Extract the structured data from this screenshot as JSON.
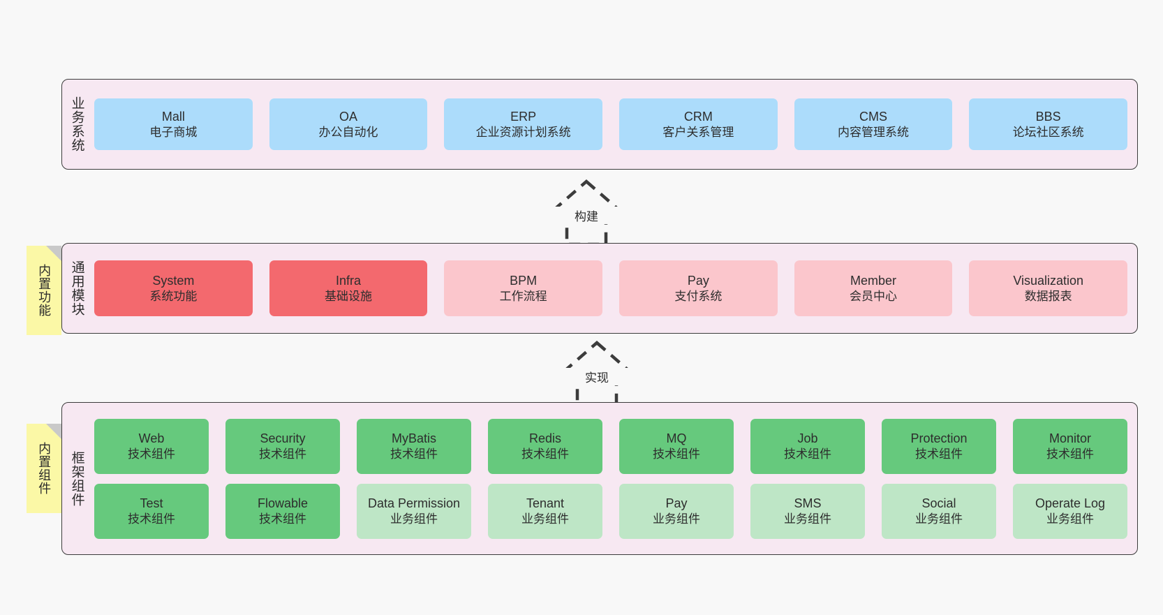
{
  "diagram": {
    "background": "#f8f8f8",
    "panel_fill": "#f7e8f2",
    "panel_border": "#3c3c3c",
    "sticky_fill": "#fbf8a6"
  },
  "layers": [
    {
      "id": "business",
      "caption": "业务系统",
      "rows": [
        {
          "tiles": [
            {
              "name": "Mall",
              "sub": "电子商城",
              "color": "#ACDCFB",
              "variant": "c-blue"
            },
            {
              "name": "OA",
              "sub": "办公自动化",
              "color": "#ACDCFB",
              "variant": "c-blue"
            },
            {
              "name": "ERP",
              "sub": "企业资源计划系统",
              "color": "#ACDCFB",
              "variant": "c-blue"
            },
            {
              "name": "CRM",
              "sub": "客户关系管理",
              "color": "#ACDCFB",
              "variant": "c-blue"
            },
            {
              "name": "CMS",
              "sub": "内容管理系统",
              "color": "#ACDCFB",
              "variant": "c-blue"
            },
            {
              "name": "BBS",
              "sub": "论坛社区系统",
              "color": "#ACDCFB",
              "variant": "c-blue"
            }
          ]
        }
      ]
    },
    {
      "id": "common",
      "caption": "通用模块",
      "sticky": "内置功能",
      "rows": [
        {
          "tiles": [
            {
              "name": "System",
              "sub": "系统功能",
              "color": "#F3696E",
              "variant": "c-red"
            },
            {
              "name": "Infra",
              "sub": "基础设施",
              "color": "#F3696E",
              "variant": "c-red"
            },
            {
              "name": "BPM",
              "sub": "工作流程",
              "color": "#FBC6CC",
              "variant": "c-pink"
            },
            {
              "name": "Pay",
              "sub": "支付系统",
              "color": "#FBC6CC",
              "variant": "c-pink"
            },
            {
              "name": "Member",
              "sub": "会员中心",
              "color": "#FBC6CC",
              "variant": "c-pink"
            },
            {
              "name": "Visualization",
              "sub": "数据报表",
              "color": "#FBC6CC",
              "variant": "c-pink"
            }
          ]
        }
      ]
    },
    {
      "id": "framework",
      "caption": "框架组件",
      "sticky": "内置组件",
      "rows": [
        {
          "tiles": [
            {
              "name": "Web",
              "sub": "技术组件",
              "color": "#66C97D",
              "variant": "c-green"
            },
            {
              "name": "Security",
              "sub": "技术组件",
              "color": "#66C97D",
              "variant": "c-green"
            },
            {
              "name": "MyBatis",
              "sub": "技术组件",
              "color": "#66C97D",
              "variant": "c-green"
            },
            {
              "name": "Redis",
              "sub": "技术组件",
              "color": "#66C97D",
              "variant": "c-green"
            },
            {
              "name": "MQ",
              "sub": "技术组件",
              "color": "#66C97D",
              "variant": "c-green"
            },
            {
              "name": "Job",
              "sub": "技术组件",
              "color": "#66C97D",
              "variant": "c-green"
            },
            {
              "name": "Protection",
              "sub": "技术组件",
              "color": "#66C97D",
              "variant": "c-green"
            },
            {
              "name": "Monitor",
              "sub": "技术组件",
              "color": "#66C97D",
              "variant": "c-green"
            }
          ]
        },
        {
          "tiles": [
            {
              "name": "Test",
              "sub": "技术组件",
              "color": "#66C97D",
              "variant": "c-green"
            },
            {
              "name": "Flowable",
              "sub": "技术组件",
              "color": "#66C97D",
              "variant": "c-green"
            },
            {
              "name": "Data Permission",
              "sub": "业务组件",
              "color": "#BEE6C6",
              "variant": "c-lightgreen",
              "wrap": true
            },
            {
              "name": "Tenant",
              "sub": "业务组件",
              "color": "#BEE6C6",
              "variant": "c-lightgreen"
            },
            {
              "name": "Pay",
              "sub": "业务组件",
              "color": "#BEE6C6",
              "variant": "c-lightgreen"
            },
            {
              "name": "SMS",
              "sub": "业务组件",
              "color": "#BEE6C6",
              "variant": "c-lightgreen"
            },
            {
              "name": "Social",
              "sub": "业务组件",
              "color": "#BEE6C6",
              "variant": "c-lightgreen"
            },
            {
              "name": "Operate Log",
              "sub": "业务组件",
              "color": "#BEE6C6",
              "variant": "c-lightgreen"
            }
          ]
        }
      ]
    }
  ],
  "arrows": [
    {
      "id": "build",
      "label": "构建",
      "direction": "up",
      "style": "dashed-hollow"
    },
    {
      "id": "implement",
      "label": "实现",
      "direction": "up",
      "style": "dashed-hollow"
    }
  ]
}
